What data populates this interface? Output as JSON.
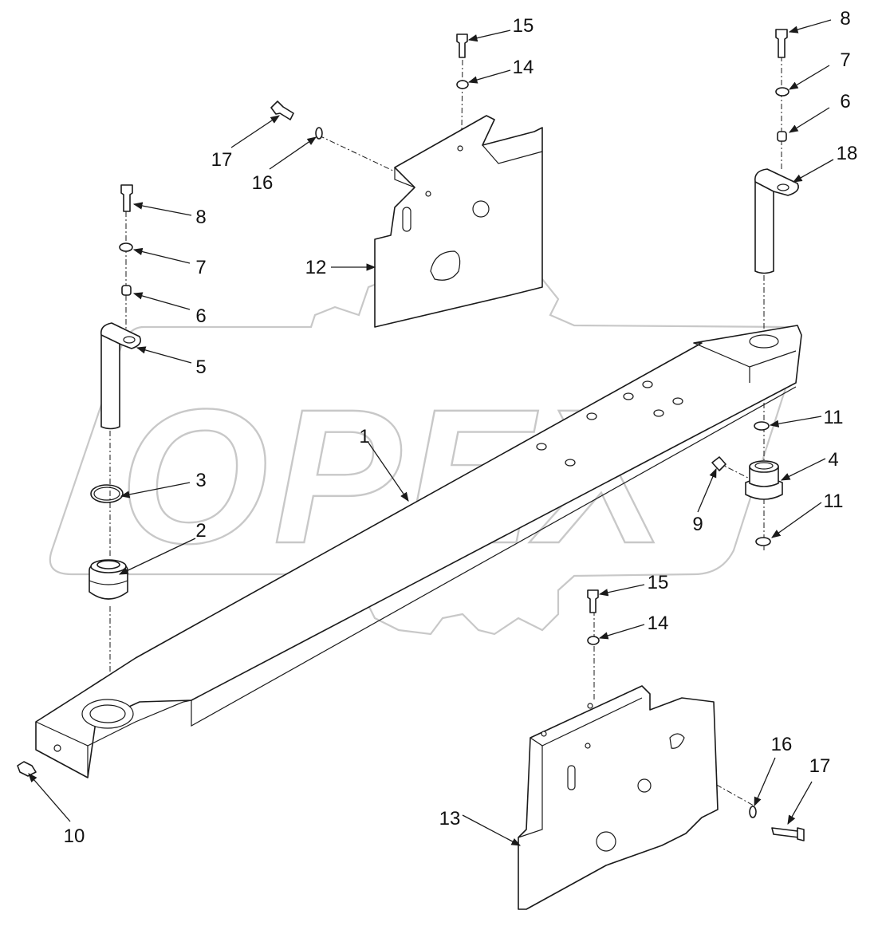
{
  "watermark": {
    "text": "OPEX"
  },
  "callouts": [
    "1",
    "2",
    "3",
    "4",
    "5",
    "6",
    "6",
    "7",
    "7",
    "8",
    "8",
    "9",
    "10",
    "11",
    "11",
    "12",
    "13",
    "14",
    "14",
    "15",
    "15",
    "16",
    "16",
    "17",
    "17",
    "18"
  ]
}
